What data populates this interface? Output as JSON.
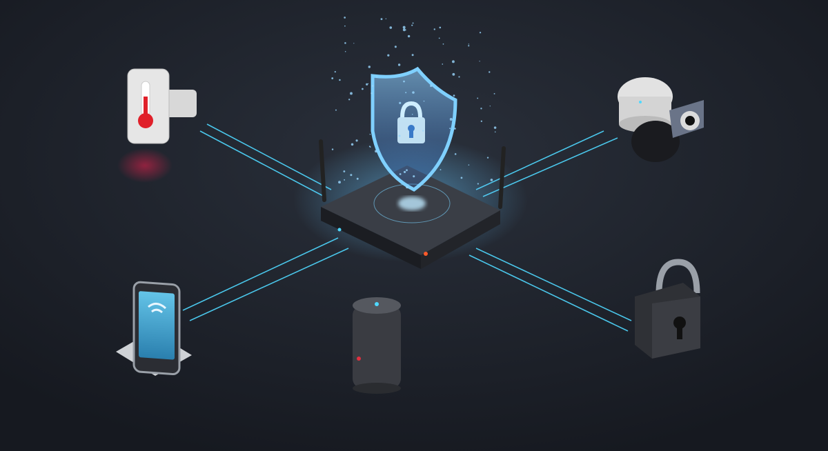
{
  "scene": {
    "background": "#1c2029",
    "accent": "#4fd8ff",
    "shield_color": "#5ab4ff",
    "devices": [
      {
        "name": "thermostat",
        "icon": "thermometer-icon"
      },
      {
        "name": "security-camera",
        "icon": "camera-icon"
      },
      {
        "name": "tablet",
        "icon": "wifi-icon"
      },
      {
        "name": "smart-speaker",
        "icon": "speaker-icon"
      },
      {
        "name": "smart-lock",
        "icon": "padlock-icon"
      }
    ],
    "hub": {
      "name": "router",
      "icon": "shield-lock-icon"
    }
  }
}
